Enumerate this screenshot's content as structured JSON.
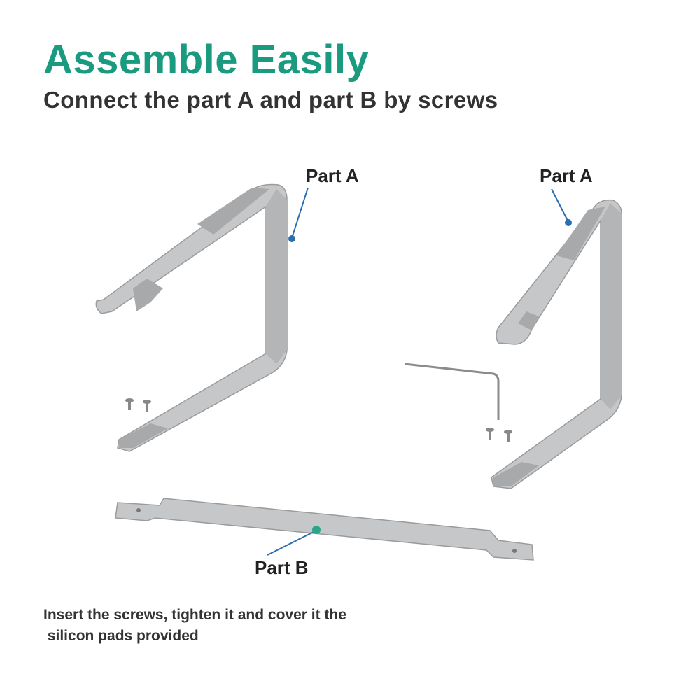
{
  "header": {
    "title": "Assemble Easily",
    "subtitle": "Connect the part A and part B by screws"
  },
  "labels": {
    "part_a_left": "Part A",
    "part_a_right": "Part A",
    "part_b": "Part B"
  },
  "instructions": {
    "line1": "Insert the screws, tighten it and cover it the",
    "line2": " silicon pads provided"
  },
  "colors": {
    "title": "#1a9b80",
    "pointer_a": "#2a6db0",
    "pointer_b": "#2aa58a",
    "metal": "#c9cacc",
    "pad": "#a9aaac"
  }
}
